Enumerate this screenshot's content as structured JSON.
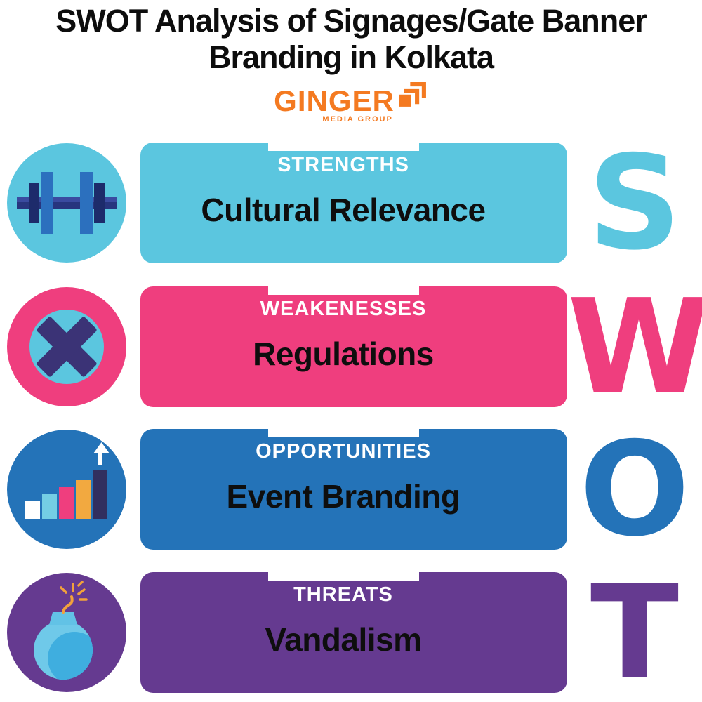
{
  "title": {
    "line1": "SWOT Analysis of Signages/Gate Banner",
    "line2": "Branding in Kolkata"
  },
  "logo": {
    "name": "GINGER",
    "tagline": "MEDIA GROUP",
    "icon": "stacked-frames-icon",
    "color": "#F47A21"
  },
  "rows": [
    {
      "header": "STRENGTHS",
      "label": "Cultural Relevance",
      "letter": "S",
      "color": "#5BC6DF",
      "icon": "dumbbell-icon"
    },
    {
      "header": "WEAKENESSES",
      "label": "Regulations",
      "letter": "W",
      "color": "#EF3E7E",
      "icon": "cross-icon"
    },
    {
      "header": "OPPORTUNITIES",
      "label": "Event Branding",
      "letter": "O",
      "color": "#2473B8",
      "icon": "growth-bar-chart-icon"
    },
    {
      "header": "THREATS",
      "label": "Vandalism",
      "letter": "T",
      "color": "#653A90",
      "icon": "bomb-icon"
    }
  ]
}
